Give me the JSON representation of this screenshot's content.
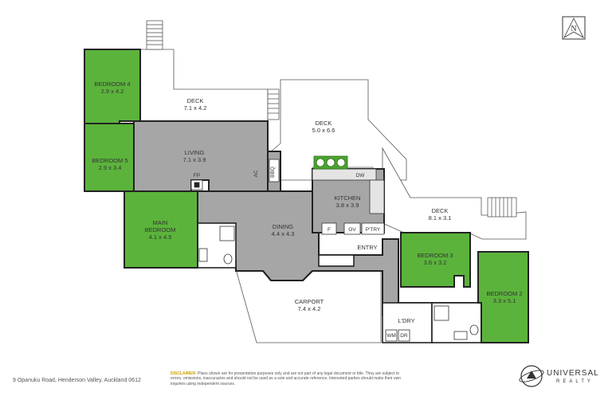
{
  "rooms": {
    "bedroom4": {
      "name": "BEDROOM 4",
      "dims": "2.9 x 4.2"
    },
    "bedroom5": {
      "name": "BEDROOM 5",
      "dims": "2.9 x 3.4"
    },
    "main_bedroom": {
      "name1": "MAIN",
      "name2": "BEDROOM",
      "dims": "4.1 x 4.5"
    },
    "living": {
      "name": "LIVING",
      "dims": "7.1 x 3.9"
    },
    "deck_top": {
      "name": "DECK",
      "dims": "7.1 x 4.2"
    },
    "deck_mid": {
      "name": "DECK",
      "dims": "5.0 x 6.6"
    },
    "deck_right": {
      "name": "DECK",
      "dims": "8.1 x 3.1"
    },
    "kitchen": {
      "name": "KITCHEN",
      "dims": "3.8 x 3.9"
    },
    "dining": {
      "name": "DINING",
      "dims": "4.4 x 4.3"
    },
    "bedroom3": {
      "name": "BEDROOM 3",
      "dims": "3.6 x 3.2"
    },
    "bedroom2": {
      "name": "BEDROOM 2",
      "dims": "3.3 x 5.1"
    },
    "carport": {
      "name": "CARPORT",
      "dims": "7.4 x 4.2"
    },
    "entry": {
      "name": "ENTRY"
    },
    "laundry": {
      "name": "L'DRY"
    }
  },
  "fixtures": {
    "fp": "FP",
    "bbq": "BBQ",
    "ac": "AC",
    "dw": "DW",
    "fridge": "F",
    "oven": "OV",
    "pantry": "P'TRY",
    "wm": "WM",
    "dr": "DR"
  },
  "footer": {
    "address": "9 Opanuku Road, Henderson Valley, Auckland 0612",
    "disclaimer_heading": "DISCLAIMER:",
    "disclaimer_text": "Plans shown are for presentation purposes only and are not part of any legal document or title. They are subject to errors, omissions, inaccuracies and should not be used as a sole and accurate reference. Interested parties should make their own inquiries using independent sources."
  },
  "brand": {
    "line1": "UNIVERSAL",
    "line2": "REALTY"
  },
  "compass": {
    "label": "N"
  },
  "colors": {
    "bedroom": "#5bb33c",
    "living": "#a6a6a6",
    "deck": "#ffffff",
    "wall": "#222222"
  }
}
